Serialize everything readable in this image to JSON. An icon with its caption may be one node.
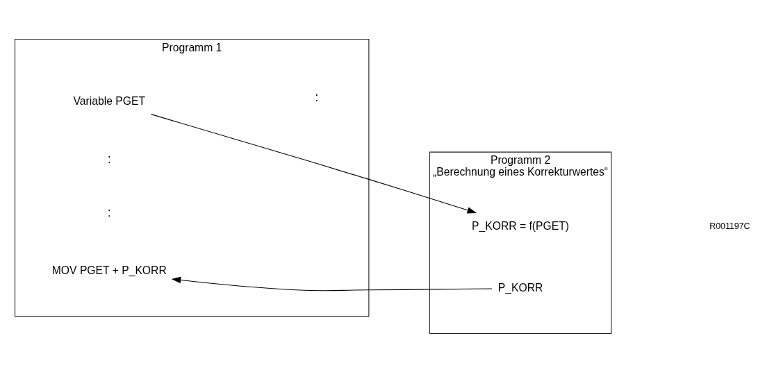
{
  "diagram": {
    "nodes": [
      {
        "text": [
          "Programm 1"
        ]
      },
      {
        "text": [
          "Variable PGET"
        ],
        "in": 0
      },
      {
        "text": [
          "MOV PGET + P_KORR"
        ],
        "in": 0
      },
      {
        "text": [
          "Programm 2",
          "„Berechnung eines Korrekturwertes“"
        ]
      },
      {
        "text": [
          "P_KORR = f(PGET)"
        ],
        "in": 3
      },
      {
        "text": [
          "P_KORR"
        ],
        "in": 3
      }
    ],
    "edges": [
      {
        "from": 1,
        "to": 4,
        "arrow": "to"
      },
      {
        "from": 5,
        "to": 2,
        "arrow": "to"
      }
    ],
    "labels": [
      ":",
      ":",
      ":",
      "R001197C"
    ]
  }
}
